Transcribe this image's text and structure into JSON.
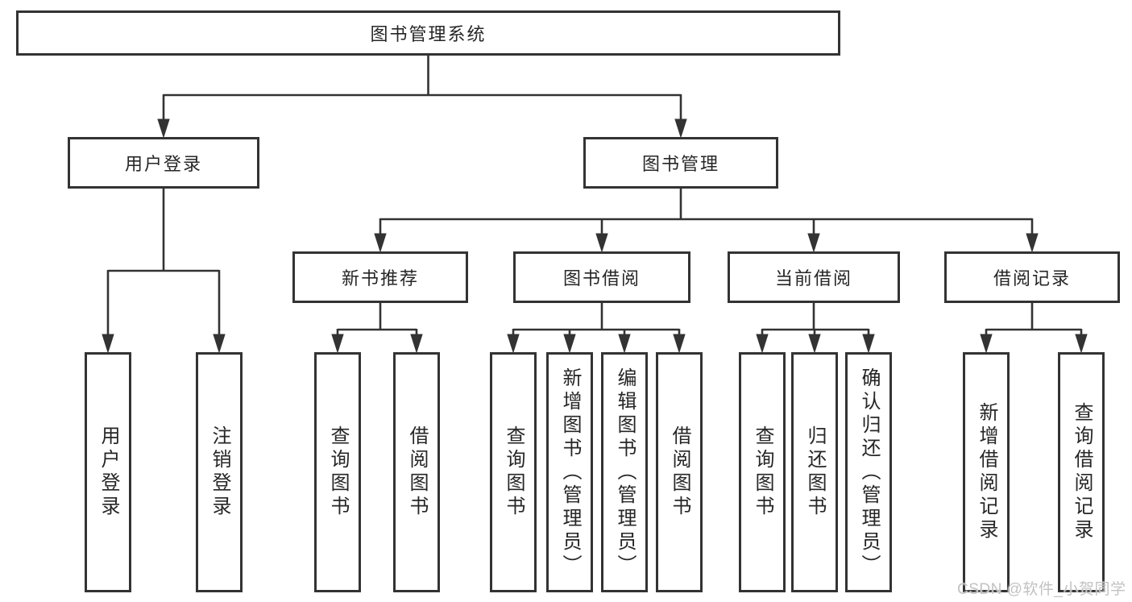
{
  "nodes": {
    "root": {
      "label": "图书管理系统"
    },
    "user_login": {
      "label": "用户登录",
      "children": [
        {
          "label": "用户登录"
        },
        {
          "label": "注销登录"
        }
      ]
    },
    "book_mgmt": {
      "label": "图书管理",
      "children": [
        {
          "label": "新书推荐",
          "children": [
            {
              "label": "查询图书"
            },
            {
              "label": "借阅图书"
            }
          ]
        },
        {
          "label": "图书借阅",
          "children": [
            {
              "label": "查询图书"
            },
            {
              "label": "新增图书（管理员）"
            },
            {
              "label": "编辑图书（管理员）"
            },
            {
              "label": "借阅图书"
            }
          ]
        },
        {
          "label": "当前借阅",
          "children": [
            {
              "label": "查询图书"
            },
            {
              "label": "归还图书"
            },
            {
              "label": "确认归还（管理员）"
            }
          ]
        },
        {
          "label": "借阅记录",
          "children": [
            {
              "label": "新增借阅记录"
            },
            {
              "label": "查询借阅记录"
            }
          ]
        }
      ]
    }
  },
  "watermark": {
    "text": "CSDN @软件_小贺同学"
  },
  "colors": {
    "line": "#333333",
    "box_border": "#333333",
    "text": "#262626",
    "watermark": "#c2c2c2",
    "background": "#ffffff"
  }
}
